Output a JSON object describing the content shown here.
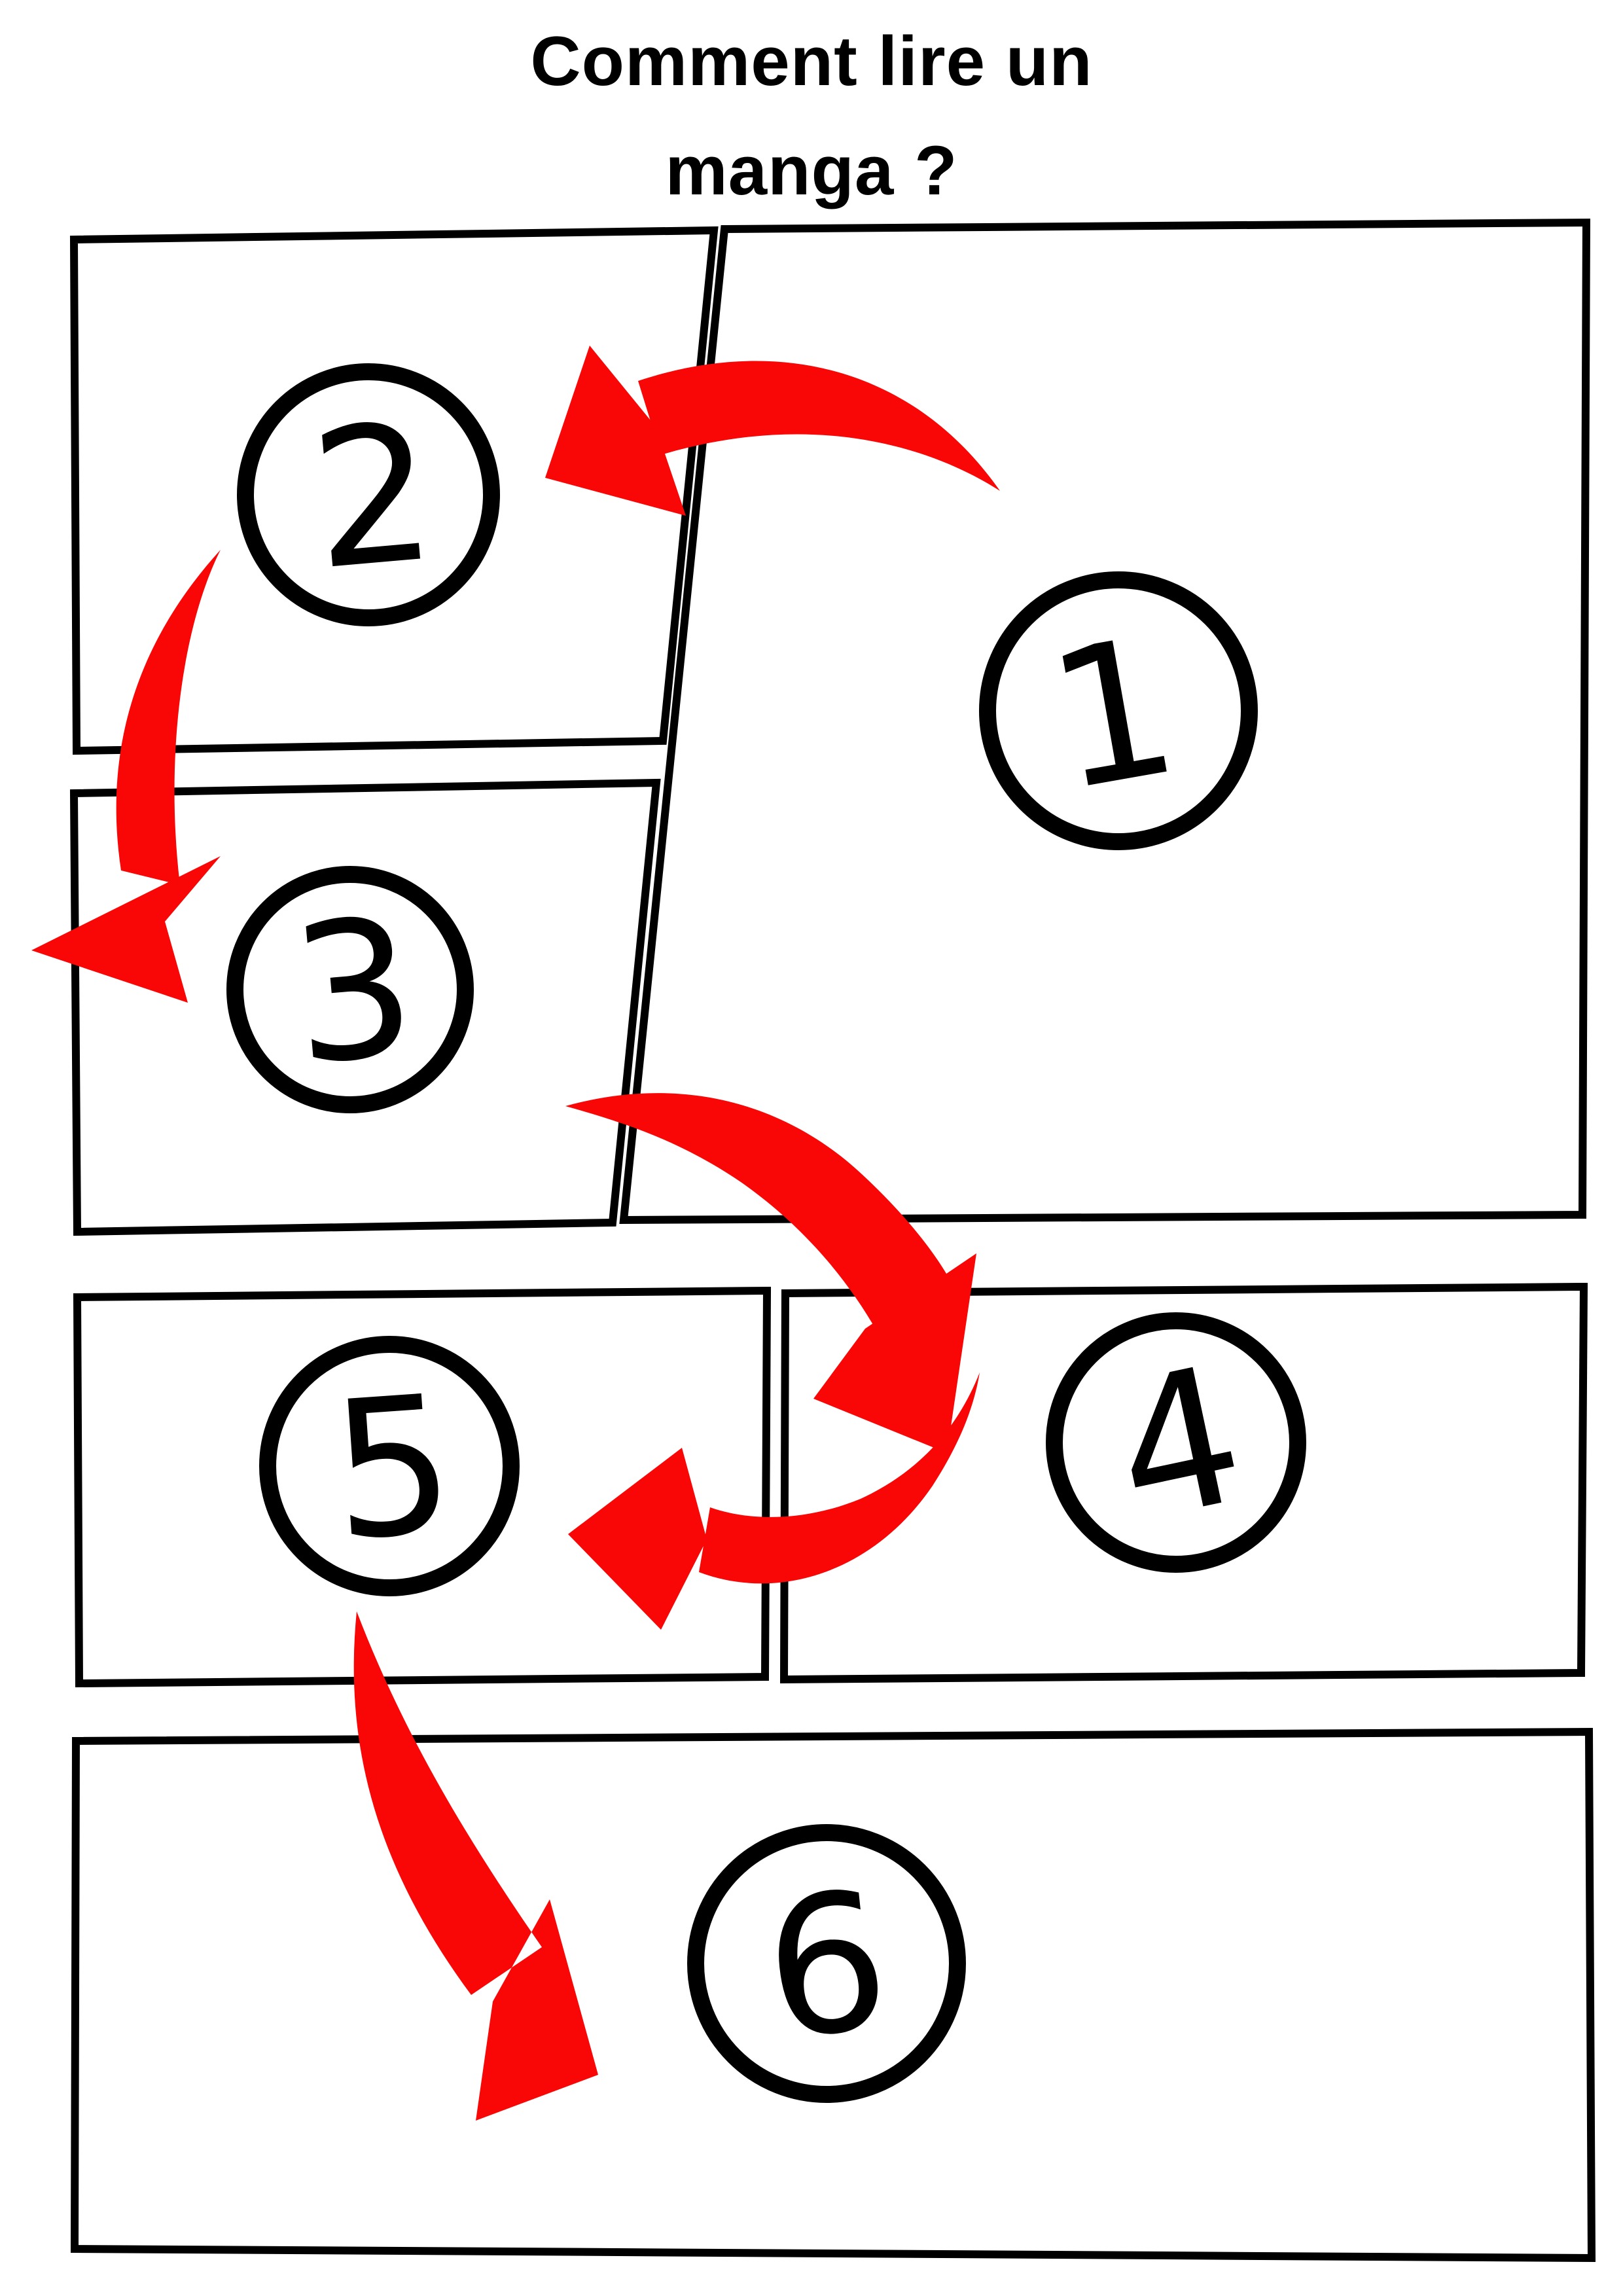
{
  "title": {
    "line1": "Comment lire un",
    "line2": "manga ?"
  },
  "panels": [
    {
      "number": "1"
    },
    {
      "number": "2"
    },
    {
      "number": "3"
    },
    {
      "number": "4"
    },
    {
      "number": "5"
    },
    {
      "number": "6"
    }
  ],
  "arrows": [
    {
      "from": "1",
      "to": "2"
    },
    {
      "from": "2",
      "to": "3"
    },
    {
      "from": "3",
      "to": "4"
    },
    {
      "from": "4",
      "to": "5"
    },
    {
      "from": "5",
      "to": "6"
    }
  ],
  "colors": {
    "background": "#ffffff",
    "panel_border": "#000000",
    "number_ink": "#000000",
    "arrow_red": "#f90606"
  }
}
